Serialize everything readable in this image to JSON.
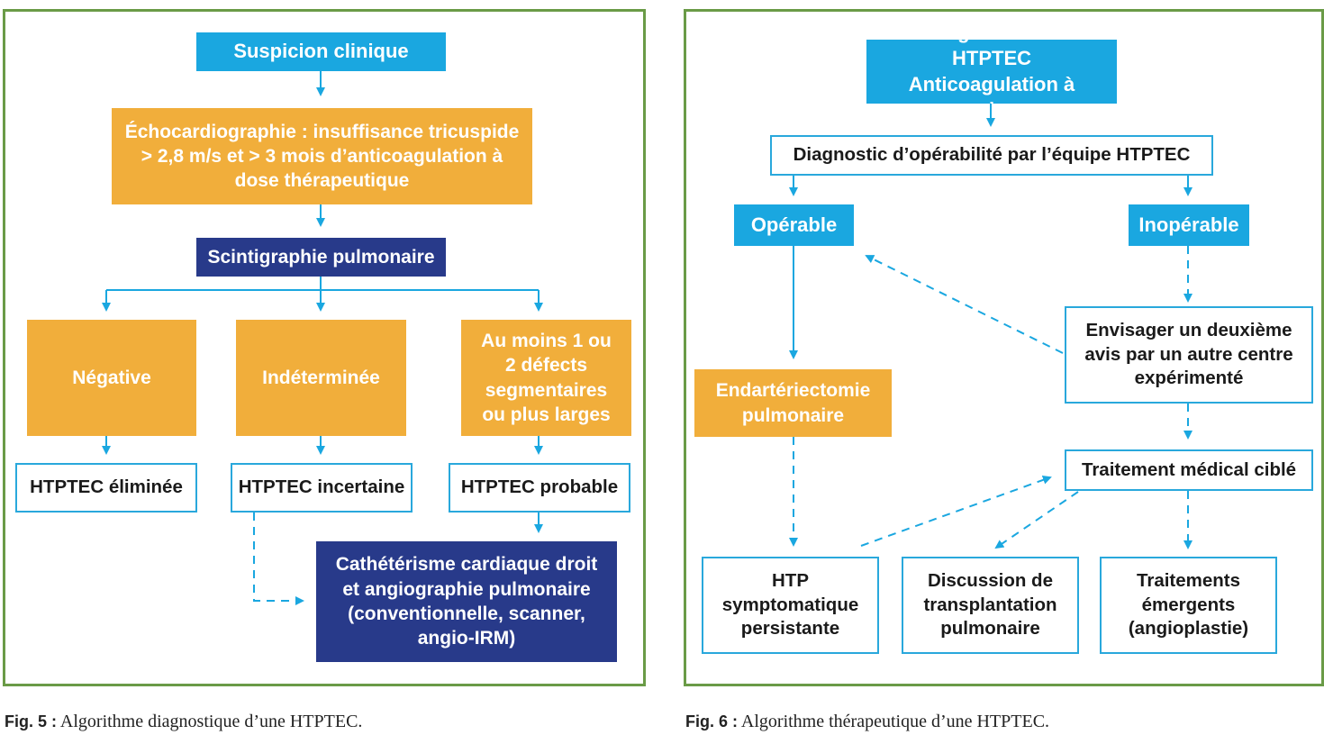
{
  "fig5": {
    "nodes": {
      "suspicion": "Suspicion clinique",
      "echo": "Échocardiographie : insuffisance tricuspide > 2,8 m/s et > 3 mois d’anticoagulation à dose thérapeutique",
      "scinti": "Scintigraphie pulmonaire",
      "negative": "Négative",
      "indeterminee": "Indéterminée",
      "defects": "Au moins 1 ou 2 défects segmentaires ou plus larges",
      "eliminee": "HTPTEC éliminée",
      "incertaine": "HTPTEC incertaine",
      "probable": "HTPTEC probable",
      "catheterisme": "Cathétérisme cardiaque droit et angiographie pulmonaire (conventionnelle, scanner, angio-IRM)"
    },
    "caption_label": "Fig. 5 :",
    "caption_text": "Algorithme diagnostique d’une HTPTEC."
  },
  "fig6": {
    "nodes": {
      "diagnostic": "Diagnostic de HTPTEC Anticoagulation à vie",
      "operabilite": "Diagnostic d’opérabilité par l’équipe HTPTEC",
      "operable": "Opérable",
      "inoperable": "Inopérable",
      "second_avis": "Envisager un deuxième avis par un autre centre expérimenté",
      "endarteriectomie": "Endartériectomie pulmonaire",
      "traitement_cible": "Traitement médical ciblé",
      "htp_persistante": "HTP symptomatique persistante",
      "transplantation": "Discussion de transplantation pulmonaire",
      "emergents": "Traitements émergents (angioplastie)"
    },
    "caption_label": "Fig. 6 :",
    "caption_text": "Algorithme thérapeutique d’une HTPTEC."
  },
  "colors": {
    "panel_border": "#6a9b47",
    "blue": "#1aa7e0",
    "orange": "#f1ae3b",
    "navy": "#283a8a",
    "connector": "#1aa7e0"
  }
}
